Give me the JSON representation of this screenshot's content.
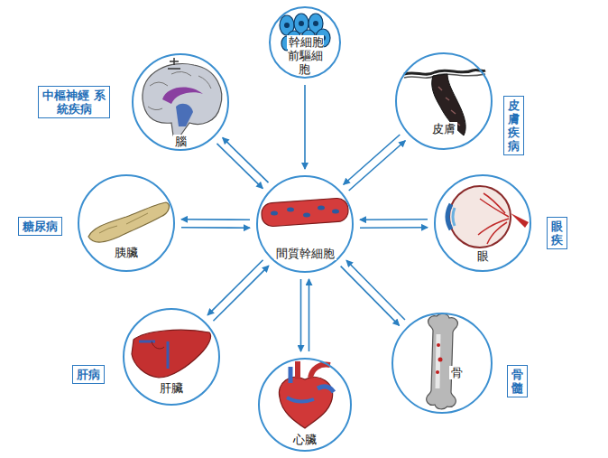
{
  "diagram": {
    "nodes": [
      {
        "text": [
          "幹細胞 前驅細胞"
        ]
      },
      {
        "text": [
          "腦",
          "中樞神經 系統疾病"
        ]
      },
      {
        "text": [
          "皮膚",
          "皮膚疾病"
        ]
      },
      {
        "text": [
          "間質幹細胞"
        ]
      },
      {
        "text": [
          "胰臟",
          "糖尿病"
        ]
      },
      {
        "text": [
          "眼",
          "眼疾"
        ]
      },
      {
        "text": [
          "肝臟",
          "肝病"
        ]
      },
      {
        "text": [
          "骨",
          "骨髓"
        ]
      },
      {
        "text": [
          "心臟"
        ]
      }
    ],
    "edges": [
      {
        "from": 0,
        "to": 3,
        "arrow": "to"
      },
      {
        "from": 3,
        "to": 1,
        "arrow": "to"
      },
      {
        "from": 1,
        "to": 3,
        "arrow": "to"
      },
      {
        "from": 3,
        "to": 2,
        "arrow": "to"
      },
      {
        "from": 2,
        "to": 3,
        "arrow": "to"
      },
      {
        "from": 3,
        "to": 4,
        "arrow": "to"
      },
      {
        "from": 4,
        "to": 3,
        "arrow": "to"
      },
      {
        "from": 3,
        "to": 5,
        "arrow": "to"
      },
      {
        "from": 5,
        "to": 3,
        "arrow": "to"
      },
      {
        "from": 3,
        "to": 6,
        "arrow": "to"
      },
      {
        "from": 6,
        "to": 3,
        "arrow": "to"
      },
      {
        "from": 3,
        "to": 7,
        "arrow": "to"
      },
      {
        "from": 7,
        "to": 3,
        "arrow": "to"
      },
      {
        "from": 3,
        "to": 8,
        "arrow": "to"
      },
      {
        "from": 8,
        "to": 3,
        "arrow": "to"
      }
    ]
  }
}
